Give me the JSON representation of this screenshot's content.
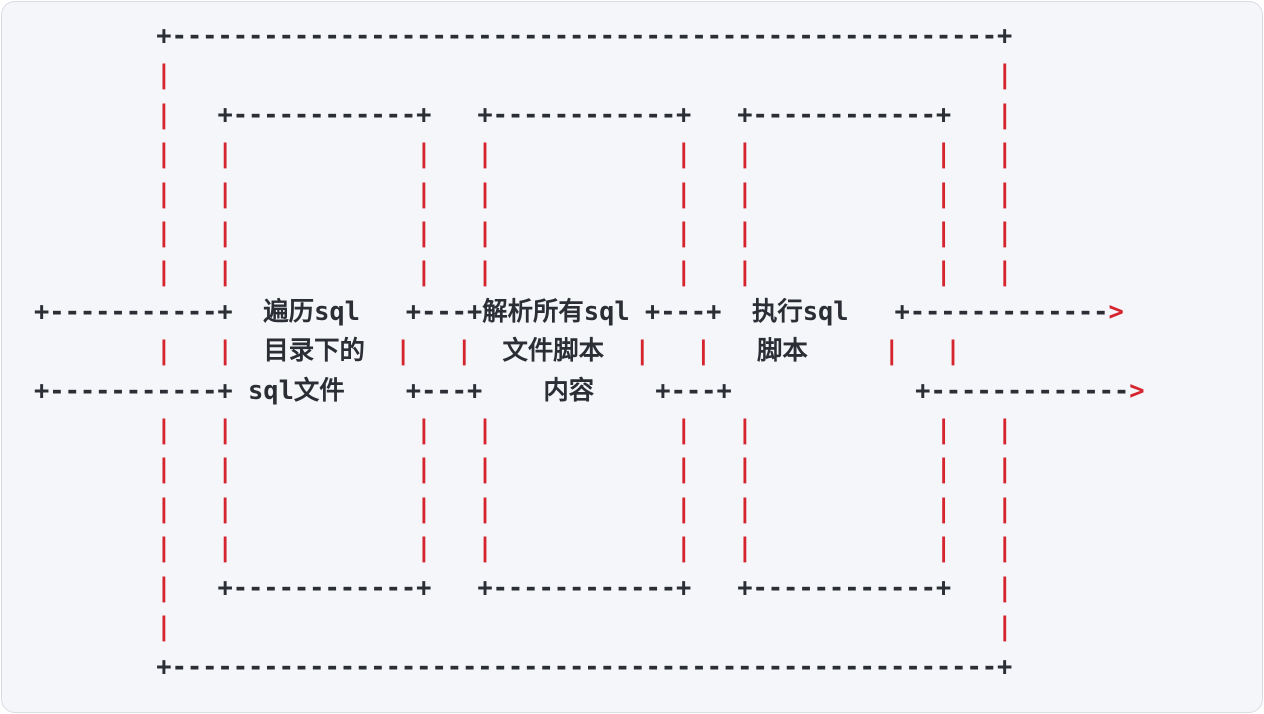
{
  "page": {
    "background_color": "#f4f6f9",
    "border_color": "#d9dce1"
  },
  "diagram": {
    "type": "ascii-flow",
    "ink_color": "#2b2e35",
    "accent_color": "#d5242e",
    "flow": {
      "stages": [
        {
          "label": "遍历sql 目录下的 sql文件"
        },
        {
          "label": "解析所有sql 文件脚本 内容"
        },
        {
          "label": "执行sql 脚本"
        }
      ],
      "arrow_glyph": ">",
      "vertical_glyph": "|"
    },
    "lines": [
      "        +------------------------------------------------------+",
      "        |                                                      |",
      "        |   +------------+   +------------+   +------------+   |",
      "        |   |            |   |            |   |            |   |",
      "        |   |            |   |            |   |            |   |",
      "        |   |            |   |            |   |            |   |",
      "        |   |            |   |            |   |            |   |",
      "+-----------+  遍历sql   +---+解析所有sql +---+  执行sql   +------------->",
      "        |   |  目录下的  |   |  文件脚本  |   |   脚本     |   |",
      "+-----------+ sql文件    +---+    内容    +---+            +------------->",
      "        |   |            |   |            |   |            |   |",
      "        |   |            |   |            |   |            |   |",
      "        |   |            |   |            |   |            |   |",
      "        |   |            |   |            |   |            |   |",
      "        |   +------------+   +------------+   +------------+   |",
      "        |                                                      |",
      "        +------------------------------------------------------+"
    ]
  }
}
